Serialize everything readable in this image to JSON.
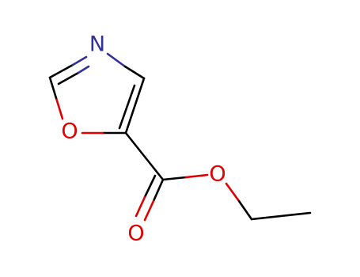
{
  "molecule": {
    "atoms": {
      "n1": {
        "symbol": "N",
        "color": "#30309a"
      },
      "o1": {
        "symbol": "O",
        "color": "#e00000"
      },
      "o_carbonyl": {
        "symbol": "O",
        "color": "#e00000"
      },
      "o_ester": {
        "symbol": "O",
        "color": "#e00000"
      }
    },
    "colors": {
      "bond": "#000000",
      "nitrogen": "#30309a",
      "oxygen": "#e00000",
      "background": "#ffffff"
    }
  }
}
